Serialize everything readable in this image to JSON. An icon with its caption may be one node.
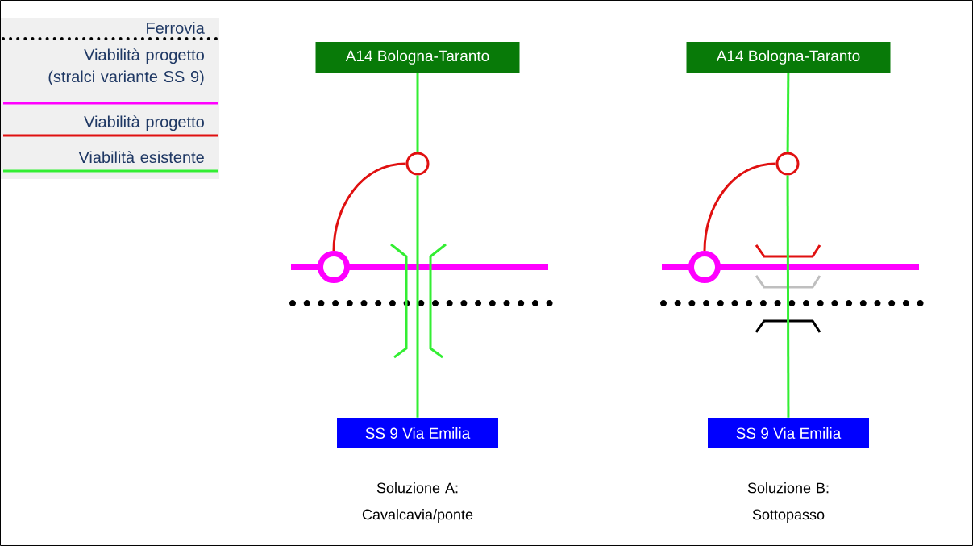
{
  "diagram": {
    "nodes": [
      {
        "text": [
          "A14 Bologna-Taranto"
        ]
      },
      {
        "text": [
          "SS 9 Via Emilia"
        ]
      },
      {
        "text": [],
        "shape": "circle"
      },
      {
        "text": [],
        "shape": "circle"
      },
      {
        "text": [
          "A14 Bologna-Taranto"
        ]
      },
      {
        "text": [
          "SS 9 Via Emilia"
        ]
      },
      {
        "text": [],
        "shape": "circle"
      },
      {
        "text": [],
        "shape": "circle"
      }
    ],
    "edges": [
      {
        "from": 0,
        "to": 2,
        "arrow": "none"
      },
      {
        "from": 2,
        "to": 1,
        "arrow": "none"
      },
      {
        "from": 3,
        "to": 2,
        "arrow": "none",
        "color": "#e01010"
      },
      {
        "from": 4,
        "to": 6,
        "arrow": "none"
      },
      {
        "from": 6,
        "to": 5,
        "arrow": "none"
      },
      {
        "from": 7,
        "to": 6,
        "arrow": "none",
        "color": "#e01010"
      }
    ],
    "labels": [
      "Soluzione A: Cavalcavia/ponte",
      "Soluzione B: Sottopasso"
    ],
    "legend": [
      {
        "text": "Ferrovia"
      },
      {
        "text": "Viabilità progetto (stralci variante SS 9)"
      },
      {
        "text": "Viabilità progetto"
      },
      {
        "text": "Viabilità esistente"
      }
    ]
  }
}
